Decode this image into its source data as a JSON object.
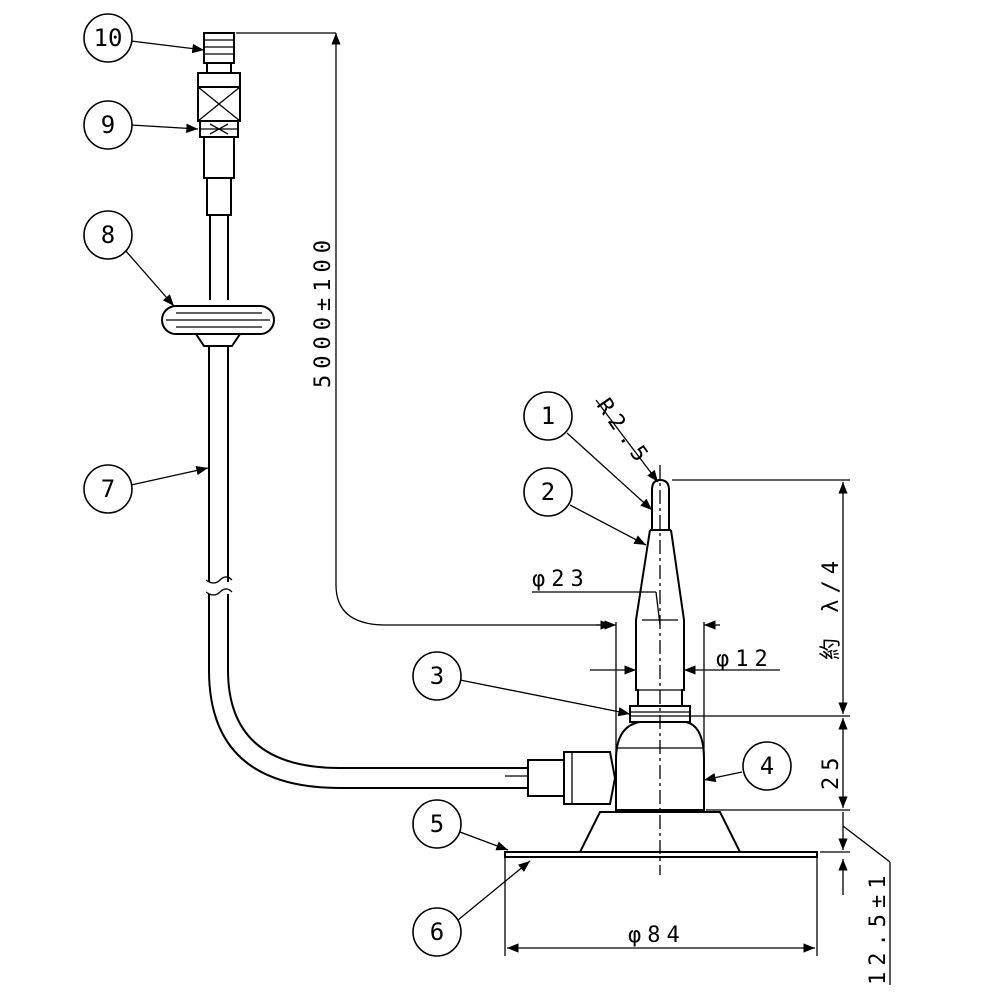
{
  "callouts": [
    {
      "label": "10"
    },
    {
      "label": "9"
    },
    {
      "label": "8"
    },
    {
      "label": "7"
    },
    {
      "label": "1"
    },
    {
      "label": "2"
    },
    {
      "label": "3"
    },
    {
      "label": "4"
    },
    {
      "label": "5"
    },
    {
      "label": "6"
    }
  ],
  "dimensions": {
    "cable_length": "5000±100",
    "radius": "R2.5",
    "dia_23": "φ23",
    "dia_12": "φ12",
    "height_lambda": "約 λ/4",
    "height_25": "25",
    "dia_84": "φ84",
    "base_thickness": "12.5±1"
  }
}
